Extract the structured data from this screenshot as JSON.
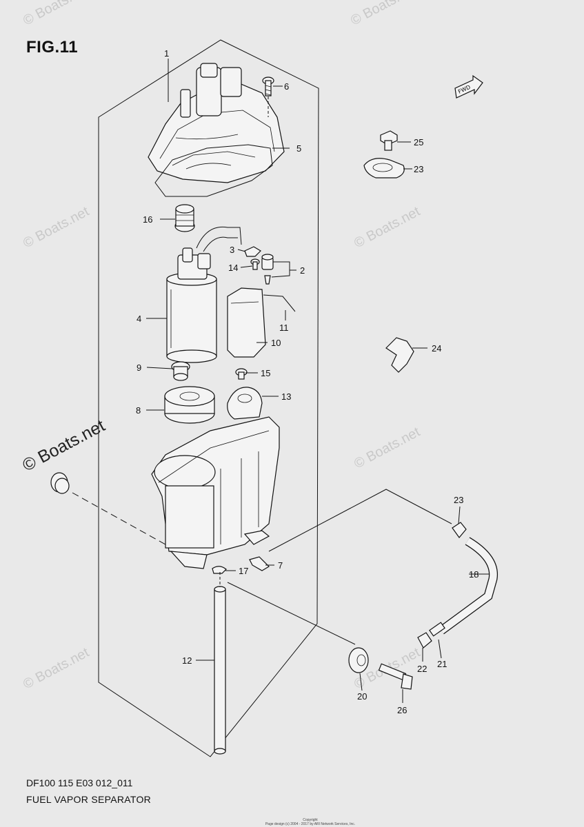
{
  "figure": {
    "title": "FIG.11",
    "model_code": "DF100 115 E03 012_011",
    "name": "FUEL VAPOR SEPARATOR",
    "copyright_line1": "Copyright",
    "copyright_line2": "Page design (c) 2004 - 2017 by ARI Network Services, Inc.",
    "fwd_label": "FWD"
  },
  "watermarks": {
    "text": "© Boats.net",
    "strong_text": "© Boats.net"
  },
  "callouts": [
    {
      "id": "1",
      "text": "1"
    },
    {
      "id": "6",
      "text": "6"
    },
    {
      "id": "5",
      "text": "5"
    },
    {
      "id": "25",
      "text": "25"
    },
    {
      "id": "23a",
      "text": "23"
    },
    {
      "id": "16",
      "text": "16"
    },
    {
      "id": "3",
      "text": "3"
    },
    {
      "id": "14",
      "text": "14"
    },
    {
      "id": "2",
      "text": "2"
    },
    {
      "id": "4",
      "text": "4"
    },
    {
      "id": "11",
      "text": "11"
    },
    {
      "id": "10",
      "text": "10"
    },
    {
      "id": "24",
      "text": "24"
    },
    {
      "id": "9",
      "text": "9"
    },
    {
      "id": "15",
      "text": "15"
    },
    {
      "id": "8",
      "text": "8"
    },
    {
      "id": "13",
      "text": "13"
    },
    {
      "id": "23b",
      "text": "23"
    },
    {
      "id": "7",
      "text": "7"
    },
    {
      "id": "17",
      "text": "17"
    },
    {
      "id": "18",
      "text": "18"
    },
    {
      "id": "12",
      "text": "12"
    },
    {
      "id": "22",
      "text": "22"
    },
    {
      "id": "21",
      "text": "21"
    },
    {
      "id": "20",
      "text": "20"
    },
    {
      "id": "26",
      "text": "26"
    }
  ]
}
